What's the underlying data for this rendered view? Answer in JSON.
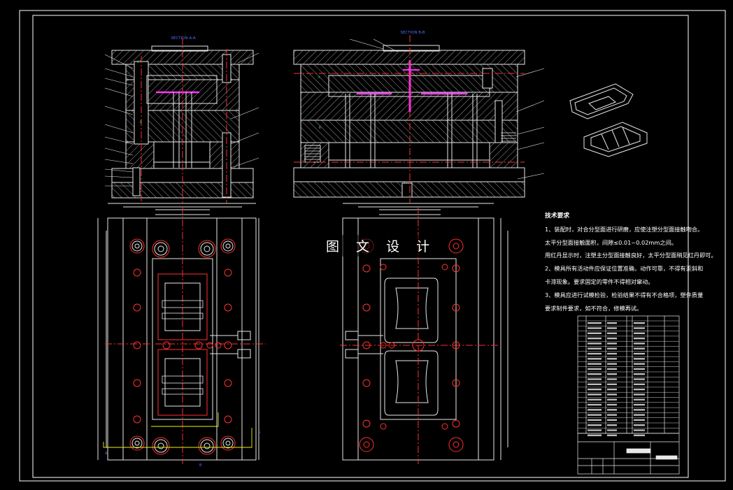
{
  "drawing": {
    "section_aa": "SECTION A-A",
    "section_bb": "SECTION B-B",
    "watermark": "图 文 设 计",
    "colors": {
      "background": "#000000",
      "frame": "#ffffff",
      "outline": "#e8e8e8",
      "hatch": "#aaaaaa",
      "red": "#ff3030",
      "magenta": "#ff33ff",
      "green": "#33ff33",
      "blue": "#5070ff",
      "yellow": "#f0f000"
    }
  },
  "notes": {
    "title": "技术要求",
    "lines": [
      "1、装配时，对合分型面进行研磨，应使注塑分型面接触吻合。",
      "太平分型面接触面积，间隙≤0.01~0.02mm之间。",
      "用红丹显示时，注塑主分型面接触良好，太平分型面稍见红丹即可。",
      "2、模具所有活动件应保证位置准确，动作可靠，不得有歪斜和",
      "卡滞现象。要求固定的零件不得相对窜动。",
      "3、模具应进行试模检验，检验结果不得有不合格项，塑件质量",
      "要求制件要求，如不符合，修模再试。"
    ]
  }
}
